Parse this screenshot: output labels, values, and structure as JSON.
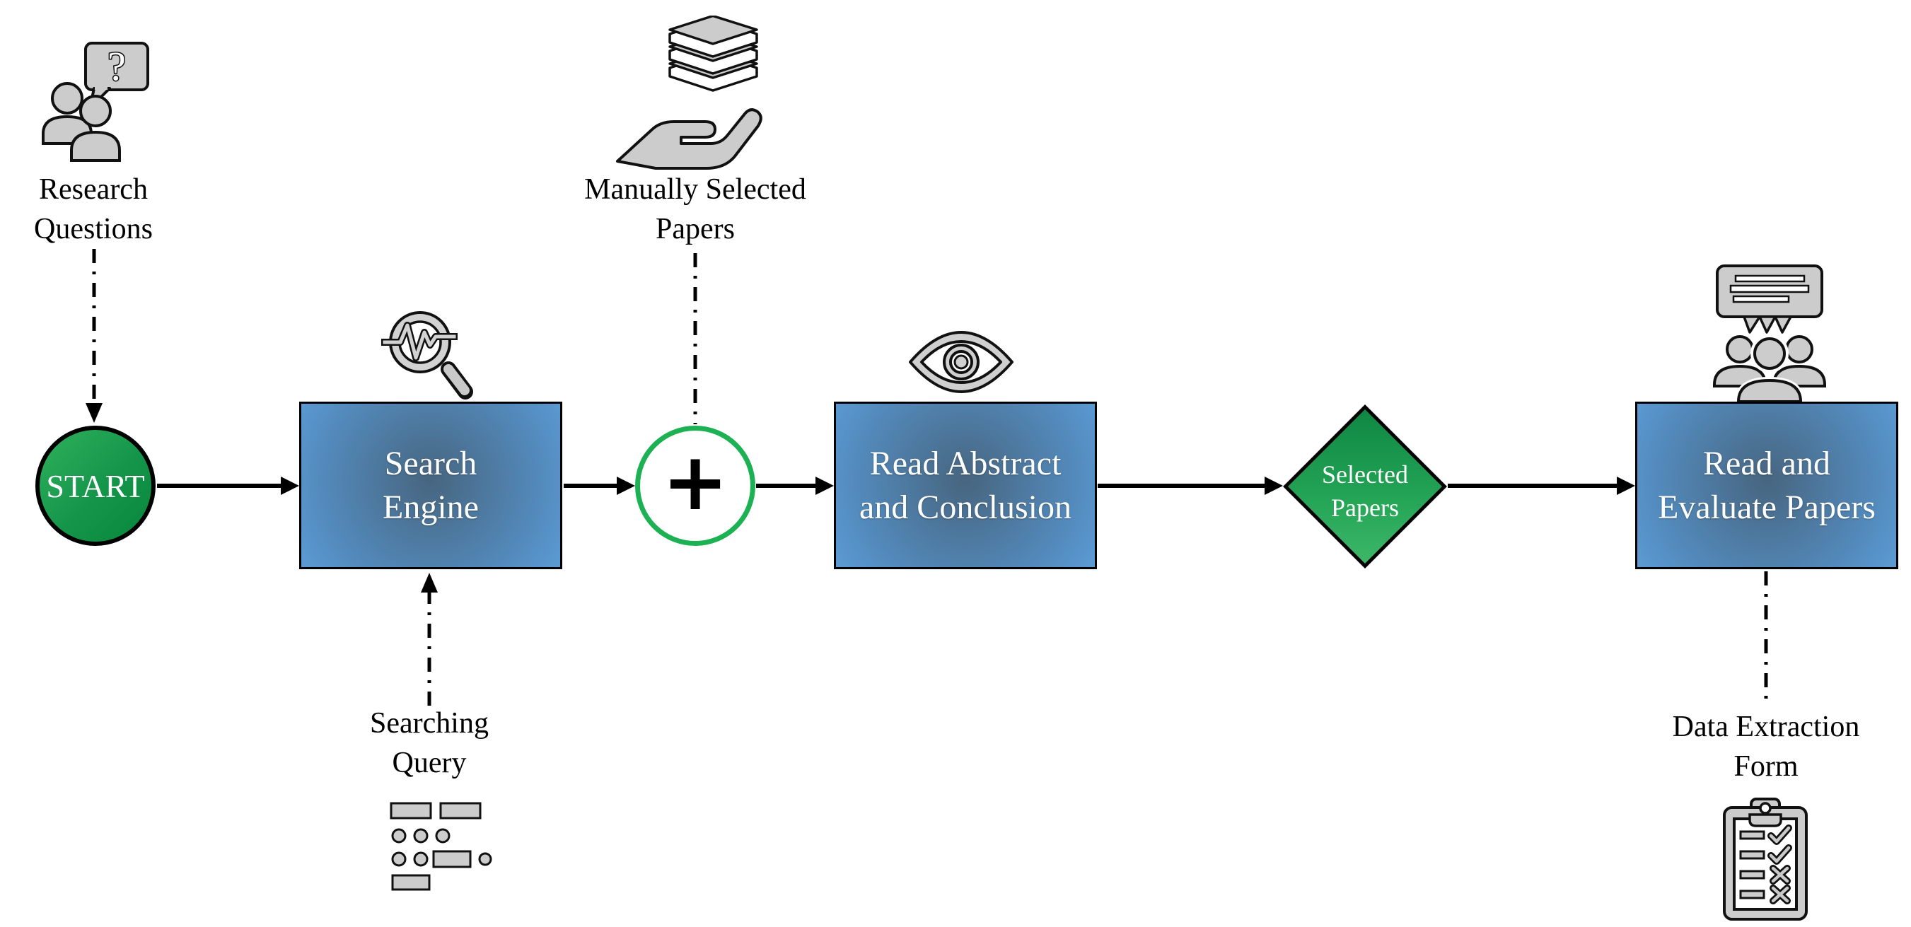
{
  "diagram": {
    "type": "flowchart",
    "background": "#ffffff"
  },
  "nodes": {
    "research_questions": {
      "label": "Research Questions",
      "lines": [
        "Research",
        "Questions"
      ],
      "icon": "people-question-icon"
    },
    "start": {
      "label": "START",
      "shape": "circle"
    },
    "search_engine": {
      "label": "Search Engine",
      "lines": [
        "Search",
        "Engine"
      ],
      "shape": "process-box",
      "icon": "magnifier-pulse-icon"
    },
    "searching_query": {
      "label": "Searching Query",
      "lines": [
        "Searching",
        "Query"
      ],
      "icon": "query-form-icon"
    },
    "manually_selected_papers": {
      "label": "Manually Selected Papers",
      "lines": [
        "Manually Selected",
        "Papers"
      ],
      "icon": "hand-books-icon"
    },
    "merge_plus": {
      "label": "+",
      "shape": "circle-outline-green"
    },
    "read_abstract_conclusion": {
      "label": "Read Abstract and Conclusion",
      "lines": [
        "Read Abstract",
        "and Conclusion"
      ],
      "shape": "process-box",
      "icon": "eye-icon"
    },
    "selected_papers": {
      "label": "Selected Papers",
      "lines": [
        "Selected",
        "Papers"
      ],
      "shape": "diamond"
    },
    "read_evaluate_papers": {
      "label": "Read and Evaluate Papers",
      "lines": [
        "Read and",
        "Evaluate Papers"
      ],
      "shape": "process-box",
      "icon": "people-discussion-icon"
    },
    "data_extraction_form": {
      "label": "Data Extraction Form",
      "lines": [
        "Data Extraction",
        "Form"
      ],
      "icon": "clipboard-checklist-icon"
    }
  },
  "icon_glyphs": {
    "question_mark": "?"
  },
  "edges": [
    {
      "from": "Research Questions",
      "to": "START",
      "style": "dash-dot-arrow"
    },
    {
      "from": "START",
      "to": "Search Engine",
      "style": "solid-arrow"
    },
    {
      "from": "Searching Query",
      "to": "Search Engine",
      "style": "dash-dot-arrow"
    },
    {
      "from": "Search Engine",
      "to": "merge-plus",
      "style": "solid-arrow"
    },
    {
      "from": "Manually Selected Papers",
      "to": "merge-plus",
      "style": "dash-dot"
    },
    {
      "from": "merge-plus",
      "to": "Read Abstract and Conclusion",
      "style": "solid-arrow"
    },
    {
      "from": "Read Abstract and Conclusion",
      "to": "Selected Papers",
      "style": "solid-arrow"
    },
    {
      "from": "Selected Papers",
      "to": "Read and Evaluate Papers",
      "style": "solid-arrow"
    },
    {
      "from": "Read and Evaluate Papers",
      "to": "Data Extraction Form",
      "style": "dash-dot"
    }
  ],
  "colors": {
    "process_box_edge_blue": "#5b9bd5",
    "process_box_center_blue": "#47657f",
    "start_green_light": "#2fb15d",
    "start_green_dark": "#0a8a3e",
    "diamond_green_top": "#0e8743",
    "diamond_green_bottom": "#3cb768",
    "plus_ring_green": "#1cb254",
    "icon_gray": "#cccccc",
    "line_black": "#000000",
    "text_white": "#ffffff"
  }
}
